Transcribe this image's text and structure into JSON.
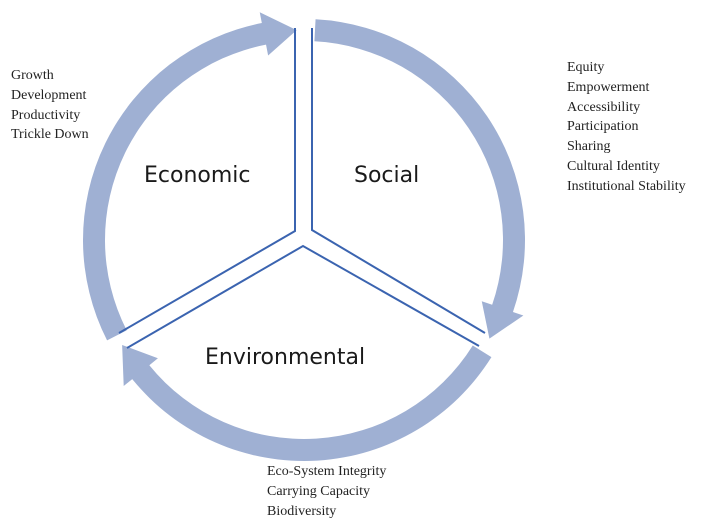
{
  "colors": {
    "arrow": "#9fb0d3",
    "divider": "#3b64b0"
  },
  "sections": {
    "economic": {
      "label": "Economic",
      "items": [
        "Growth",
        "Development",
        "Productivity",
        "Trickle Down"
      ]
    },
    "social": {
      "label": "Social",
      "items": [
        "Equity",
        "Empowerment",
        "Accessibility",
        "Participation",
        "Sharing",
        "Cultural Identity",
        "Institutional Stability"
      ]
    },
    "environmental": {
      "label": "Environmental",
      "items": [
        "Eco-System Integrity",
        "Carrying Capacity",
        "Biodiversity"
      ]
    }
  }
}
